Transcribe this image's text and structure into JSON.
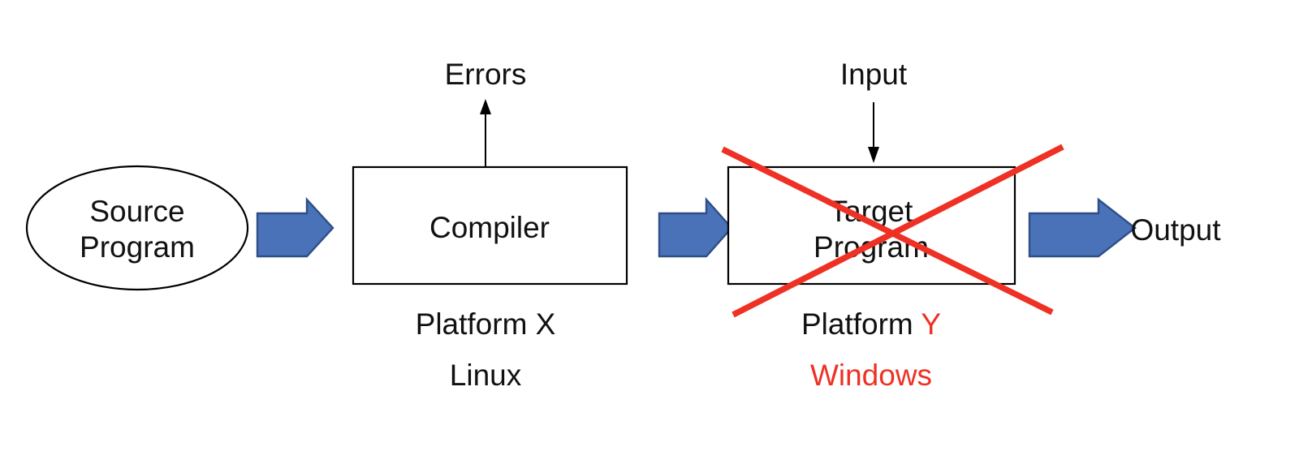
{
  "diagram": {
    "title": "Compiler platform portability diagram",
    "colors": {
      "arrow_fill": "#4A72B8",
      "arrow_stroke": "#2E4E86",
      "strike_red": "#EE3124",
      "outline": "#000000",
      "background": "#FFFFFF",
      "text": "#111111"
    },
    "nodes": [
      {
        "id": "source-program",
        "shape": "ellipse",
        "line1": "Source",
        "line2": "Program"
      },
      {
        "id": "compiler",
        "shape": "rectangle",
        "line1": "Compiler",
        "line2": ""
      },
      {
        "id": "target-program",
        "shape": "rectangle",
        "line1": "Target",
        "line2": "Program",
        "struck_out": true
      }
    ],
    "flow_labels": {
      "errors": "Errors",
      "input": "Input",
      "output": "Output"
    },
    "captions": [
      {
        "id": "platform-x",
        "line1_black": "Platform X",
        "line1_red": "",
        "line2": "Linux",
        "line2_color": "black"
      },
      {
        "id": "platform-y",
        "line1_black": "Platform ",
        "line1_red": "Y",
        "line2": "Windows",
        "line2_color": "red"
      }
    ]
  }
}
